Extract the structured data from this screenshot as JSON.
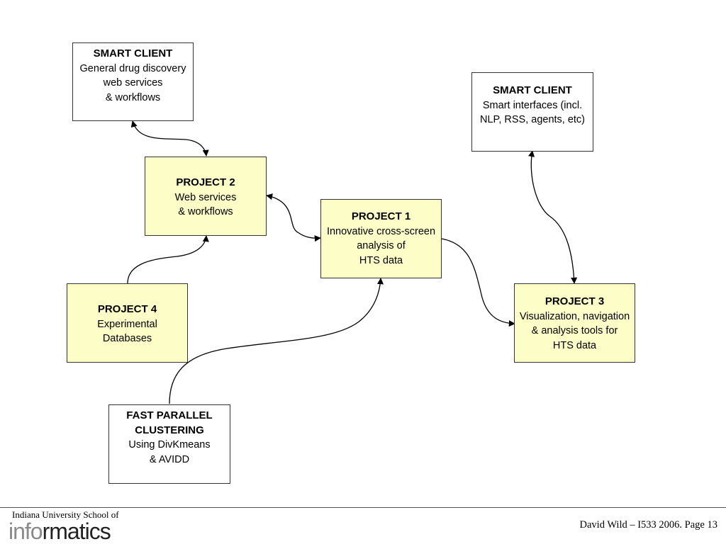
{
  "nodes": {
    "smart_client_1": {
      "title": "SMART CLIENT",
      "lines": [
        "General drug discovery",
        "web services",
        "& workflows"
      ]
    },
    "smart_client_2": {
      "title": "SMART CLIENT",
      "lines": [
        "Smart interfaces (incl.",
        "NLP, RSS, agents, etc)"
      ]
    },
    "project_2": {
      "title": "PROJECT 2",
      "lines": [
        "Web services",
        "& workflows"
      ]
    },
    "project_1": {
      "title": "PROJECT 1",
      "lines": [
        "Innovative cross-screen",
        "analysis of",
        "HTS data"
      ]
    },
    "project_4": {
      "title": "PROJECT 4",
      "lines": [
        "Experimental",
        "Databases"
      ]
    },
    "project_3": {
      "title": "PROJECT 3",
      "lines": [
        "Visualization, navigation",
        "& analysis tools for",
        "HTS data"
      ]
    },
    "fast_parallel": {
      "title_lines": [
        "FAST PARALLEL",
        "CLUSTERING"
      ],
      "lines": [
        "Using DivKmeans",
        "& AVIDD"
      ]
    }
  },
  "footer": {
    "school": "Indiana University School of",
    "logo_light": "info",
    "logo_dark": "rmatics",
    "page_info": "David Wild – I533 2006.  Page 13"
  },
  "colors": {
    "project_fill": "#fdfdc8",
    "client_fill": "#ffffff",
    "border": "#333333"
  }
}
